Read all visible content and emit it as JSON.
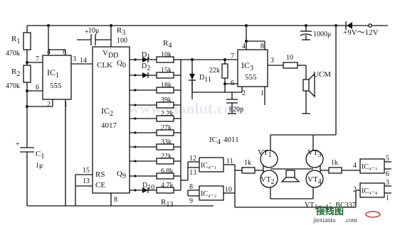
{
  "supply": {
    "label": "+9V～12V",
    "cap": "1000μ"
  },
  "left": {
    "r1": "R",
    "r1_sub": "1",
    "r1_val": "470k",
    "r2": "R",
    "r2_sub": "2",
    "r2_val": "470k",
    "c1": "C",
    "c1_sub": "1",
    "c1_val": "1μ",
    "ic1": "IC",
    "ic1_sub": "1",
    "ic1_type": "555",
    "ic1_pins": [
      "4",
      "8",
      "7",
      "3",
      "6",
      "2",
      "1"
    ],
    "pin14": "14"
  },
  "ic2": {
    "name": "IC",
    "name_sub": "2",
    "part": "4017",
    "vdd": "V",
    "vdd_sub": "DD",
    "clk": "CLK",
    "q0": "Q",
    "q0_sub": "0",
    "q9": "Q",
    "q9_sub": "9",
    "rs": "RS",
    "ce": "CE",
    "pin15": "15",
    "pin13": "13",
    "pin8": "8"
  },
  "top": {
    "c_val": "10μ",
    "plus": "+",
    "r3": "R",
    "r3_sub": "3",
    "r3_val": "100"
  },
  "ladder": {
    "r4": "R",
    "r4_sub": "4",
    "r13": "R",
    "r13_sub": "13",
    "diodes": [
      {
        "name": "D",
        "sub": "1"
      },
      {
        "name": "D",
        "sub": "2"
      },
      {
        "name": "D",
        "sub": "10"
      }
    ],
    "values": [
      "10k",
      "15k",
      "18k",
      "39k",
      "2.2k",
      "27k",
      "33k",
      "22k",
      "6.8k",
      "4.7k"
    ]
  },
  "ic3": {
    "name": "IC",
    "name_sub": "3",
    "type": "555",
    "pins": [
      "4",
      "8",
      "3",
      "7",
      "6",
      "2",
      "1"
    ],
    "d11": "D",
    "d11_sub": "11",
    "r22k": "22k",
    "cap": "820p"
  },
  "speaker": {
    "r": "10",
    "ucm": "UCM"
  },
  "ic4": {
    "label": "IC",
    "label_sub": "4",
    "part": "4011",
    "gates": [
      "IC₄₋₁",
      "IC₄₋₂",
      "IC₄₋₃",
      "IC₄₋₄"
    ],
    "pins": [
      "12",
      "13",
      "11",
      "8",
      "9",
      "10",
      "5",
      "6",
      "4",
      "3",
      "2",
      "1"
    ],
    "r1k": "1k",
    "r1k2": "1k"
  },
  "transistors": {
    "vt1": "VT",
    "vt1_sub": "1",
    "vt2": "VT",
    "vt2_sub": "2",
    "vt3": "VT",
    "vt3_sub": "3",
    "vt4": "VT",
    "vt4_sub": "4",
    "note": "VT",
    "note_sub": "1～4",
    "note_part": "：BC337"
  },
  "watermark": {
    "text": "www.dianlut.com",
    "logo_cn": "接线图",
    "logo_site": "jiexiantu",
    "logo_tld": ".com"
  }
}
